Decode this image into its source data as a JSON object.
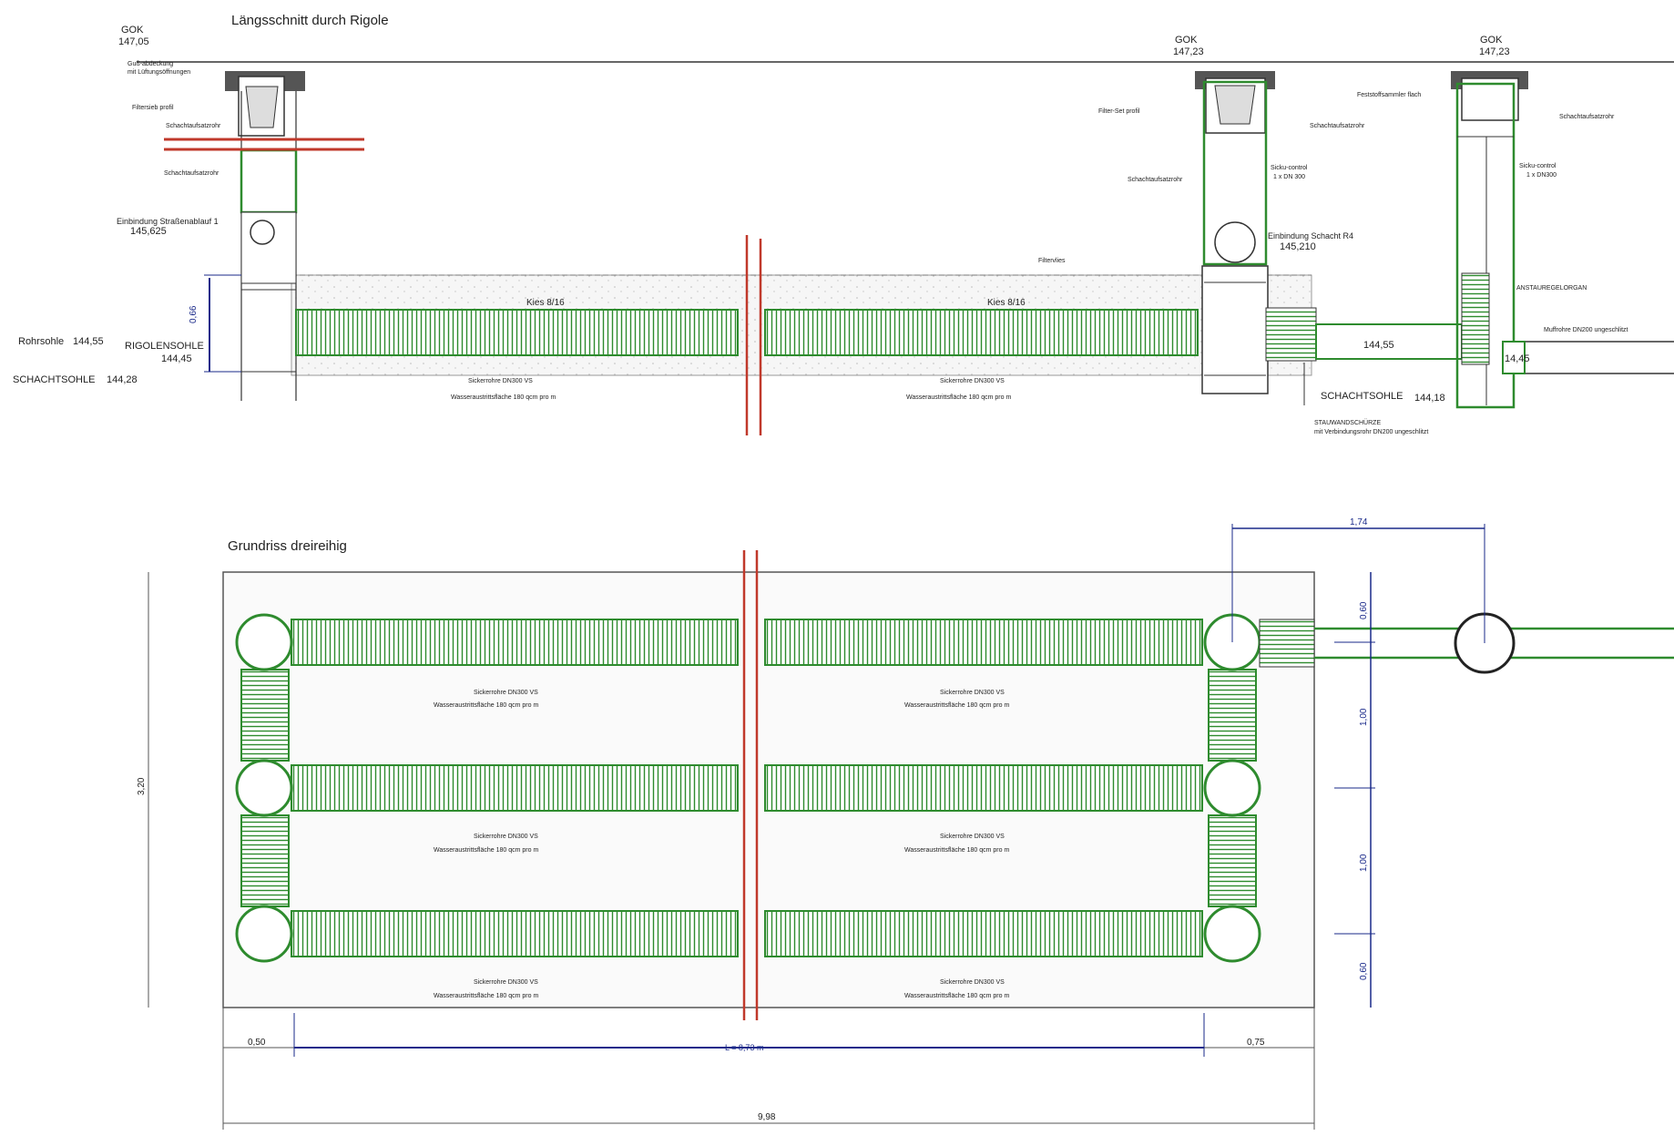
{
  "section": {
    "title": "Längsschnitt durch Rigole",
    "gok_left": {
      "label": "GOK",
      "value": "147,05"
    },
    "gok_mid": {
      "label": "GOK",
      "value": "147,23"
    },
    "gok_right": {
      "label": "GOK",
      "value": "147,23"
    },
    "cover_note_1": "Guß-abdeckung",
    "cover_note_2": "mit Lüftungsöffnungen",
    "filter_left": "Filtersieb profil",
    "riser_left_1": "Schachtaufsatzrohr",
    "riser_left_2": "Schachtaufsatzrohr",
    "inlet_left_label": "Einbindung Straßenablauf 1",
    "inlet_left_value": "145,625",
    "dim_066": "0,66",
    "rohrsohle_label": "Rohrsohle",
    "rohrsohle_value": "144,55",
    "rigolensohle_label": "RIGOLENSOHLE",
    "rigolensohle_value": "144,45",
    "schachtsohle_left_label": "SCHACHTSOHLE",
    "schachtsohle_left_value": "144,28",
    "kies_left": "Kies 8/16",
    "kies_right": "Kies 8/16",
    "vlies": "Filtervlies",
    "pipe_note_a1": "Sickerrohre DN300 VS",
    "pipe_note_a2": "Wasseraustrittsfläche 180 qcm pro m",
    "pipe_note_b1": "Sickerrohre DN300 VS",
    "pipe_note_b2": "Wasseraustrittsfläche 180 qcm pro m",
    "filter_mid": "Filter-Set profil",
    "riser_mid_1": "Schachtaufsatzrohr",
    "riser_mid_2": "Schachtaufsatzrohr",
    "sicku_mid_1": "Sicku-control",
    "sicku_mid_2": "1 x DN 300",
    "inlet_mid_label": "Einbindung Schacht R4",
    "inlet_mid_value": "145,210",
    "value_14455": "144,55",
    "schachtsohle_right_label": "SCHACHTSOHLE",
    "schachtsohle_right_value": "144,18",
    "stauwand_1": "STAUWANDSCHÜRZE",
    "stauwand_2": "mit Verbindungsrohr DN200 ungeschlitzt",
    "fe_label": "Feststoffsammler flach",
    "riser_right": "Schachtaufsatzrohr",
    "sicku_right_1": "Sicku-control",
    "sicku_right_2": "1 x DN300",
    "anstau": "ANSTAUREGELORGAN",
    "muffe": "Muffrohre DN200 ungeschlitzt",
    "value_1445": "14,45"
  },
  "plan": {
    "title": "Grundriss dreireihig",
    "pipe_notes": [
      {
        "line1": "Sickerrohre DN300 VS",
        "line2": "Wasseraustrittsfläche 180 qcm pro m"
      },
      {
        "line1": "Sickerrohre DN300 VS",
        "line2": "Wasseraustrittsfläche 180 qcm pro m"
      },
      {
        "line1": "Sickerrohre DN300 VS",
        "line2": "Wasseraustrittsfläche 180 qcm pro m"
      },
      {
        "line1": "Sickerrohre DN300 VS",
        "line2": "Wasseraustrittsfläche 180 qcm pro m"
      },
      {
        "line1": "Sickerrohre DN300 VS",
        "line2": "Wasseraustrittsfläche 180 qcm pro m"
      },
      {
        "line1": "Sickerrohre DN300 VS",
        "line2": "Wasseraustrittsfläche 180 qcm pro m"
      }
    ],
    "dim_width": "3,20",
    "dim_174": "1,74",
    "dim_060_top": "0,60",
    "dim_100_a": "1,00",
    "dim_100_b": "1,00",
    "dim_060_bottom": "0,60",
    "dim_050": "0,50",
    "dim_length": "L = 8,73 m",
    "dim_075": "0,75",
    "dim_total": "9,98"
  },
  "colors": {
    "pipe": "#2e8b2e",
    "cut": "#c0392b",
    "dimension": "#1a2a8a"
  }
}
